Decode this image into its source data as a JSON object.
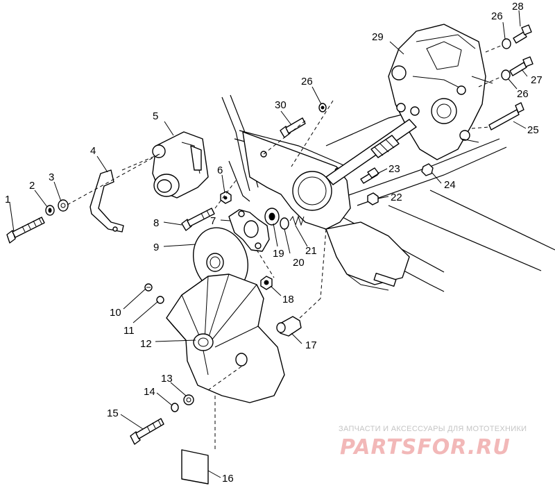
{
  "callouts": [
    {
      "id": "1",
      "label": "1"
    },
    {
      "id": "2",
      "label": "2"
    },
    {
      "id": "3",
      "label": "3"
    },
    {
      "id": "4",
      "label": "4"
    },
    {
      "id": "5",
      "label": "5"
    },
    {
      "id": "6",
      "label": "6"
    },
    {
      "id": "7",
      "label": "7"
    },
    {
      "id": "8",
      "label": "8"
    },
    {
      "id": "9",
      "label": "9"
    },
    {
      "id": "10",
      "label": "10"
    },
    {
      "id": "11",
      "label": "11"
    },
    {
      "id": "12",
      "label": "12"
    },
    {
      "id": "13",
      "label": "13"
    },
    {
      "id": "14",
      "label": "14"
    },
    {
      "id": "15",
      "label": "15"
    },
    {
      "id": "16",
      "label": "16"
    },
    {
      "id": "17",
      "label": "17"
    },
    {
      "id": "18",
      "label": "18"
    },
    {
      "id": "19",
      "label": "19"
    },
    {
      "id": "20",
      "label": "20"
    },
    {
      "id": "21",
      "label": "21"
    },
    {
      "id": "22",
      "label": "22"
    },
    {
      "id": "23",
      "label": "23"
    },
    {
      "id": "24",
      "label": "24"
    },
    {
      "id": "25",
      "label": "25"
    },
    {
      "id": "26a",
      "label": "26"
    },
    {
      "id": "26b",
      "label": "26"
    },
    {
      "id": "26c",
      "label": "26"
    },
    {
      "id": "27",
      "label": "27"
    },
    {
      "id": "28",
      "label": "28"
    },
    {
      "id": "29",
      "label": "29"
    },
    {
      "id": "30",
      "label": "30"
    }
  ],
  "watermark": {
    "caption": "ЗАПЧАСТИ И АКСЕССУАРЫ ДЛЯ МОТОТЕХНИКИ",
    "logo": "PARTSFOR.RU",
    "logo_color": "#f2b8b8"
  }
}
